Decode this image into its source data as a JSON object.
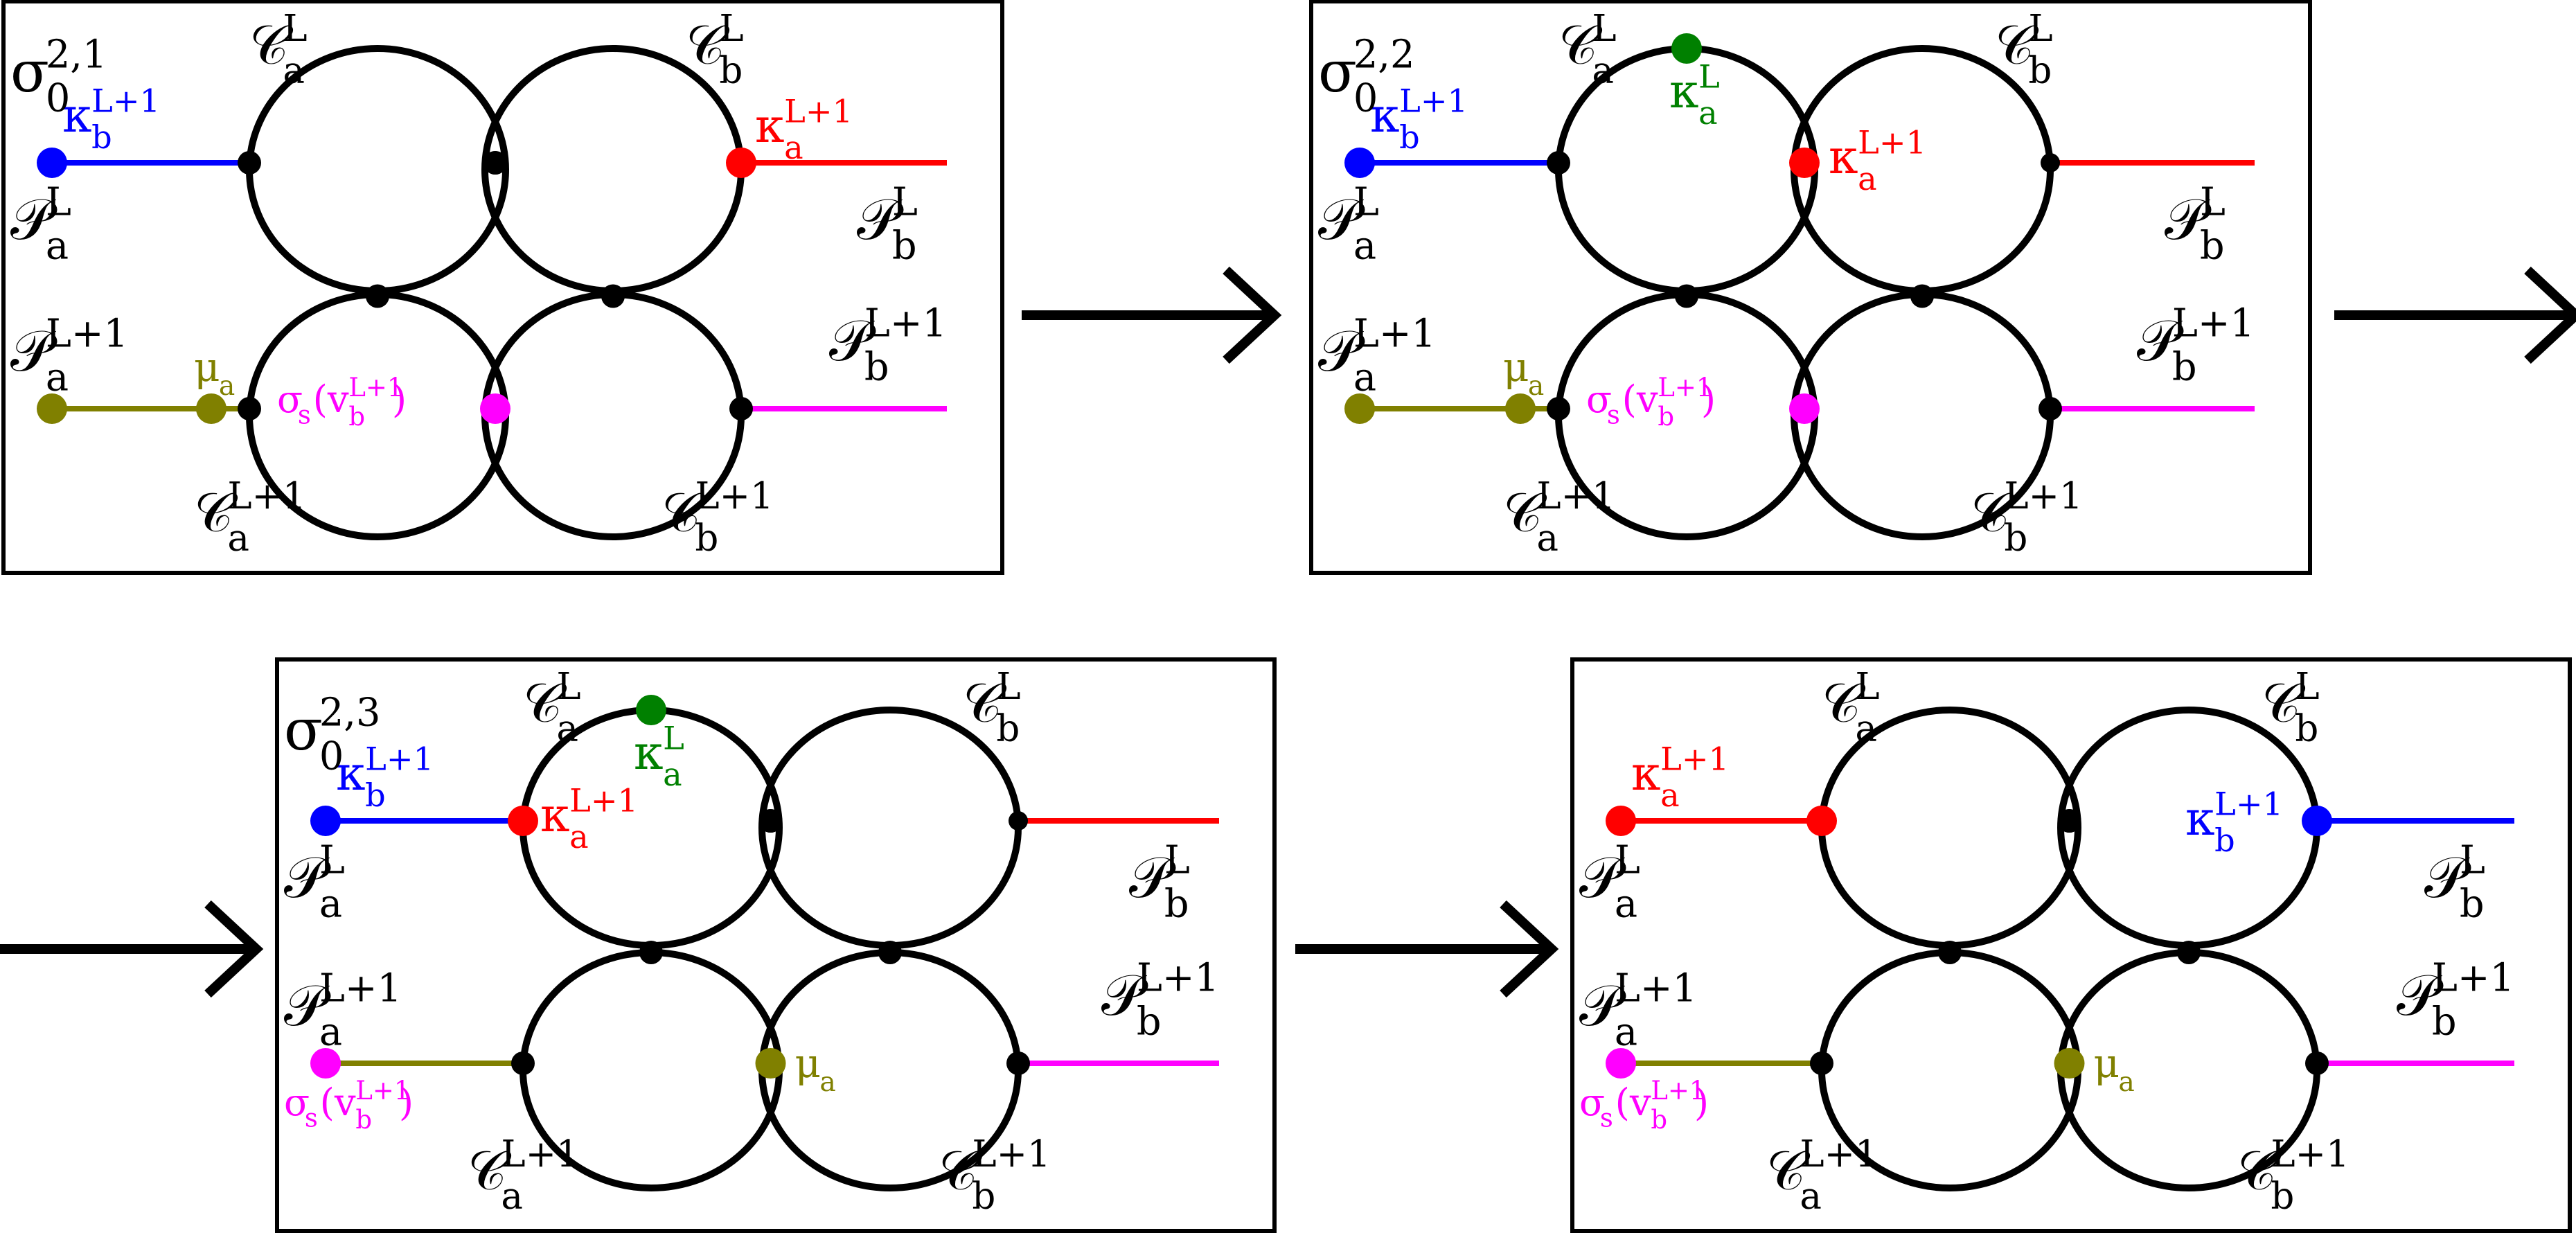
{
  "colors": {
    "black": "#000000",
    "kappa_b": "#0000ff",
    "kappa_a": "#ff0000",
    "mu": "#808000",
    "sigma": "#ff00ff",
    "kappa_green": "#008000"
  },
  "panels": [
    {
      "label": {
        "base": "σ",
        "sub": "0",
        "sup": "2,1"
      },
      "circle_labels": {
        "top_left": {
          "base": "𝒞",
          "sub": "a",
          "sup": "L"
        },
        "top_right": {
          "base": "𝒞",
          "sub": "b",
          "sup": "L"
        },
        "bottom_left": {
          "base": "𝒞",
          "sub": "a",
          "sup": "L+1"
        },
        "bottom_right": {
          "base": "𝒞",
          "sub": "b",
          "sup": "L+1"
        }
      },
      "path_labels": {
        "top_left": {
          "base": "𝒫",
          "sub": "a",
          "sup": "L"
        },
        "top_right": {
          "base": "𝒫",
          "sub": "b",
          "sup": "L"
        },
        "bottom_left": {
          "base": "𝒫",
          "sub": "a",
          "sup": "L+1"
        },
        "bottom_right": {
          "base": "𝒫",
          "sub": "b",
          "sup": "L+1"
        }
      },
      "markers": {
        "kappa_b": {
          "base": "κ",
          "sub": "b",
          "sup": "L+1"
        },
        "kappa_a": {
          "base": "κ",
          "sub": "a",
          "sup": "L+1"
        },
        "mu": {
          "base": "μ",
          "sub": "a",
          "sup": ""
        },
        "sigma": {
          "text": "σ",
          "sub": "s",
          "arg": "(v",
          "argsub": "b",
          "argsup": "L+1",
          "close": ")"
        }
      }
    },
    {
      "label": {
        "base": "σ",
        "sub": "0",
        "sup": "2,2"
      },
      "circle_labels": {
        "top_left": {
          "base": "𝒞",
          "sub": "a",
          "sup": "L"
        },
        "top_right": {
          "base": "𝒞",
          "sub": "b",
          "sup": "L"
        },
        "bottom_left": {
          "base": "𝒞",
          "sub": "a",
          "sup": "L+1"
        },
        "bottom_right": {
          "base": "𝒞",
          "sub": "b",
          "sup": "L+1"
        }
      },
      "path_labels": {
        "top_left": {
          "base": "𝒫",
          "sub": "a",
          "sup": "L"
        },
        "top_right": {
          "base": "𝒫",
          "sub": "b",
          "sup": "L"
        },
        "bottom_left": {
          "base": "𝒫",
          "sub": "a",
          "sup": "L+1"
        },
        "bottom_right": {
          "base": "𝒫",
          "sub": "b",
          "sup": "L+1"
        }
      },
      "markers": {
        "kappa_b": {
          "base": "κ",
          "sub": "b",
          "sup": "L+1"
        },
        "kappa_a": {
          "base": "κ",
          "sub": "a",
          "sup": "L+1"
        },
        "kappa_green": {
          "base": "κ",
          "sub": "a",
          "sup": "L"
        },
        "mu": {
          "base": "μ",
          "sub": "a",
          "sup": ""
        },
        "sigma": {
          "text": "σ",
          "sub": "s",
          "arg": "(v",
          "argsub": "b",
          "argsup": "L+1",
          "close": ")"
        }
      }
    },
    {
      "label": {
        "base": "σ",
        "sub": "0",
        "sup": "2,3"
      },
      "circle_labels": {
        "top_left": {
          "base": "𝒞",
          "sub": "a",
          "sup": "L"
        },
        "top_right": {
          "base": "𝒞",
          "sub": "b",
          "sup": "L"
        },
        "bottom_left": {
          "base": "𝒞",
          "sub": "a",
          "sup": "L+1"
        },
        "bottom_right": {
          "base": "𝒞",
          "sub": "b",
          "sup": "L+1"
        }
      },
      "path_labels": {
        "top_left": {
          "base": "𝒫",
          "sub": "a",
          "sup": "L"
        },
        "top_right": {
          "base": "𝒫",
          "sub": "b",
          "sup": "L"
        },
        "bottom_left": {
          "base": "𝒫",
          "sub": "a",
          "sup": "L+1"
        },
        "bottom_right": {
          "base": "𝒫",
          "sub": "b",
          "sup": "L+1"
        }
      },
      "markers": {
        "kappa_b": {
          "base": "κ",
          "sub": "b",
          "sup": "L+1"
        },
        "kappa_a": {
          "base": "κ",
          "sub": "a",
          "sup": "L+1"
        },
        "kappa_green": {
          "base": "κ",
          "sub": "a",
          "sup": "L"
        },
        "mu": {
          "base": "μ",
          "sub": "a",
          "sup": ""
        },
        "sigma": {
          "text": "σ",
          "sub": "s",
          "arg": "(v",
          "argsub": "b",
          "argsup": "L+1",
          "close": ")"
        }
      }
    },
    {
      "label": null,
      "circle_labels": {
        "top_left": {
          "base": "𝒞",
          "sub": "a",
          "sup": "L"
        },
        "top_right": {
          "base": "𝒞",
          "sub": "b",
          "sup": "L"
        },
        "bottom_left": {
          "base": "𝒞",
          "sub": "a",
          "sup": "L+1"
        },
        "bottom_right": {
          "base": "𝒞",
          "sub": "b",
          "sup": "L+1"
        }
      },
      "path_labels": {
        "top_left": {
          "base": "𝒫",
          "sub": "a",
          "sup": "L"
        },
        "top_right": {
          "base": "𝒫",
          "sub": "b",
          "sup": "L"
        },
        "bottom_left": {
          "base": "𝒫",
          "sub": "a",
          "sup": "L+1"
        },
        "bottom_right": {
          "base": "𝒫",
          "sub": "b",
          "sup": "L+1"
        }
      },
      "markers": {
        "kappa_b": {
          "base": "κ",
          "sub": "b",
          "sup": "L+1"
        },
        "kappa_a": {
          "base": "κ",
          "sub": "a",
          "sup": "L+1"
        },
        "mu": {
          "base": "μ",
          "sub": "a",
          "sup": ""
        },
        "sigma": {
          "text": "σ",
          "sub": "s",
          "arg": "(v",
          "argsub": "b",
          "argsup": "L+1",
          "close": ")"
        }
      }
    }
  ]
}
